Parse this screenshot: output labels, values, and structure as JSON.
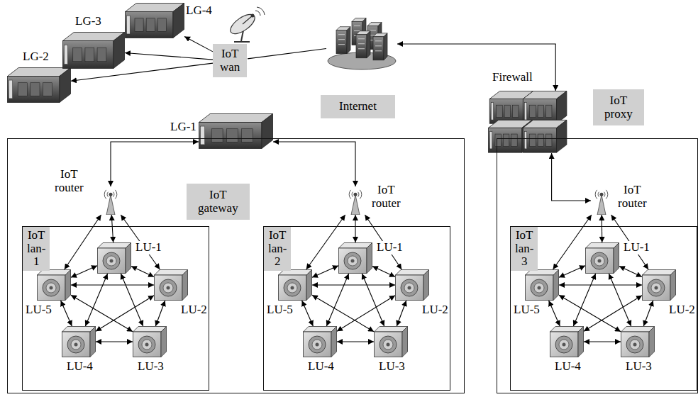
{
  "diagram": {
    "nodes": [
      {
        "text": [
          "IoT wan"
        ]
      },
      {
        "text": [
          "LG-1"
        ]
      },
      {
        "text": [
          "LG-2"
        ]
      },
      {
        "text": [
          "LG-3"
        ]
      },
      {
        "text": [
          "LG-4"
        ]
      },
      {
        "text": [
          "Internet"
        ]
      },
      {
        "text": [
          "Firewall"
        ]
      },
      {
        "text": [
          "IoT gateway"
        ]
      },
      {
        "text": [
          "IoT router"
        ],
        "in": 7
      },
      {
        "text": [
          "IoT lan-1"
        ],
        "in": 7
      },
      {
        "text": [
          "LU-1"
        ],
        "in": 9
      },
      {
        "text": [
          "LU-2"
        ],
        "in": 9
      },
      {
        "text": [
          "LU-3"
        ],
        "in": 9
      },
      {
        "text": [
          "LU-4"
        ],
        "in": 9
      },
      {
        "text": [
          "LU-5"
        ],
        "in": 9
      },
      {
        "text": [
          "IoT router"
        ],
        "in": 7
      },
      {
        "text": [
          "IoT lan-2"
        ],
        "in": 7
      },
      {
        "text": [
          "LU-1"
        ],
        "in": 16
      },
      {
        "text": [
          "LU-2"
        ],
        "in": 16
      },
      {
        "text": [
          "LU-3"
        ],
        "in": 16
      },
      {
        "text": [
          "LU-4"
        ],
        "in": 16
      },
      {
        "text": [
          "LU-5"
        ],
        "in": 16
      },
      {
        "text": [
          "IoT proxy"
        ]
      },
      {
        "text": [
          "IoT router"
        ],
        "in": 22
      },
      {
        "text": [
          "IoT lan-3"
        ],
        "in": 22
      },
      {
        "text": [
          "LU-1"
        ],
        "in": 24
      },
      {
        "text": [
          "LU-2"
        ],
        "in": 24
      },
      {
        "text": [
          "LU-3"
        ],
        "in": 24
      },
      {
        "text": [
          "LU-4"
        ],
        "in": 24
      },
      {
        "text": [
          "LU-5"
        ],
        "in": 24
      }
    ],
    "edges": [
      {
        "from": 0,
        "to": 2,
        "arrow": "to"
      },
      {
        "from": 0,
        "to": 3,
        "arrow": "to"
      },
      {
        "from": 0,
        "to": 4,
        "arrow": "to"
      },
      {
        "from": 0,
        "to": 5,
        "arrow": "none"
      },
      {
        "from": 5,
        "to": 6,
        "arrow": "both"
      },
      {
        "from": 1,
        "to": 8,
        "arrow": "both"
      },
      {
        "from": 1,
        "to": 15,
        "arrow": "both"
      },
      {
        "from": 6,
        "to": 23,
        "arrow": "both"
      },
      {
        "from": 8,
        "to": 14,
        "arrow": "both"
      },
      {
        "from": 8,
        "to": 10,
        "arrow": "both"
      },
      {
        "from": 8,
        "to": 11,
        "arrow": "both"
      },
      {
        "from": 10,
        "to": 11,
        "arrow": "both"
      },
      {
        "from": 11,
        "to": 12,
        "arrow": "both"
      },
      {
        "from": 12,
        "to": 13,
        "arrow": "both"
      },
      {
        "from": 13,
        "to": 14,
        "arrow": "both"
      },
      {
        "from": 14,
        "to": 10,
        "arrow": "both"
      },
      {
        "from": 10,
        "to": 12,
        "arrow": "both"
      },
      {
        "from": 10,
        "to": 13,
        "arrow": "both"
      },
      {
        "from": 11,
        "to": 13,
        "arrow": "both"
      },
      {
        "from": 11,
        "to": 14,
        "arrow": "both"
      },
      {
        "from": 12,
        "to": 14,
        "arrow": "both"
      },
      {
        "from": 15,
        "to": 21,
        "arrow": "both"
      },
      {
        "from": 15,
        "to": 17,
        "arrow": "both"
      },
      {
        "from": 15,
        "to": 18,
        "arrow": "both"
      },
      {
        "from": 17,
        "to": 18,
        "arrow": "both"
      },
      {
        "from": 18,
        "to": 19,
        "arrow": "both"
      },
      {
        "from": 19,
        "to": 20,
        "arrow": "both"
      },
      {
        "from": 20,
        "to": 21,
        "arrow": "both"
      },
      {
        "from": 21,
        "to": 17,
        "arrow": "both"
      },
      {
        "from": 17,
        "to": 19,
        "arrow": "both"
      },
      {
        "from": 17,
        "to": 20,
        "arrow": "both"
      },
      {
        "from": 18,
        "to": 20,
        "arrow": "both"
      },
      {
        "from": 18,
        "to": 21,
        "arrow": "both"
      },
      {
        "from": 19,
        "to": 21,
        "arrow": "both"
      },
      {
        "from": 23,
        "to": 29,
        "arrow": "both"
      },
      {
        "from": 23,
        "to": 25,
        "arrow": "both"
      },
      {
        "from": 23,
        "to": 26,
        "arrow": "both"
      },
      {
        "from": 25,
        "to": 26,
        "arrow": "both"
      },
      {
        "from": 26,
        "to": 27,
        "arrow": "both"
      },
      {
        "from": 27,
        "to": 28,
        "arrow": "both"
      },
      {
        "from": 28,
        "to": 29,
        "arrow": "both"
      },
      {
        "from": 29,
        "to": 25,
        "arrow": "both"
      },
      {
        "from": 25,
        "to": 27,
        "arrow": "both"
      },
      {
        "from": 25,
        "to": 28,
        "arrow": "both"
      },
      {
        "from": 26,
        "to": 28,
        "arrow": "both"
      },
      {
        "from": 26,
        "to": 29,
        "arrow": "both"
      },
      {
        "from": 27,
        "to": 29,
        "arrow": "both"
      }
    ]
  }
}
